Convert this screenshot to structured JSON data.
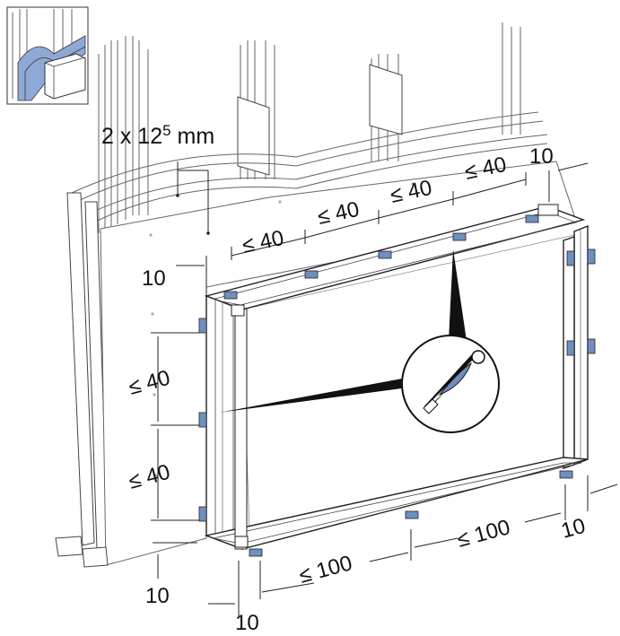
{
  "thickness_label": {
    "prefix": "2 x 12",
    "superscript": "5",
    "suffix": " mm"
  },
  "dimensions": {
    "top_left_offset": "10",
    "top_spacing": [
      "≤ 40",
      "≤ 40",
      "≤ 40",
      "≤ 40"
    ],
    "top_right_offset": "10",
    "side_spacing": [
      "≤ 40",
      "≤ 40"
    ],
    "bottom_left_offset": "10",
    "bottom_spacing": [
      "≤ 100",
      "≤ 100"
    ],
    "bottom_right_offset": "10",
    "floor_offset": "10"
  },
  "colors": {
    "inset_panel": "#8fa9d6",
    "clip": "#6f8fbf",
    "line": "#222222"
  },
  "icons": {
    "wall_section": "wall-section-icon",
    "anchor": "hollow-wall-anchor-icon"
  }
}
